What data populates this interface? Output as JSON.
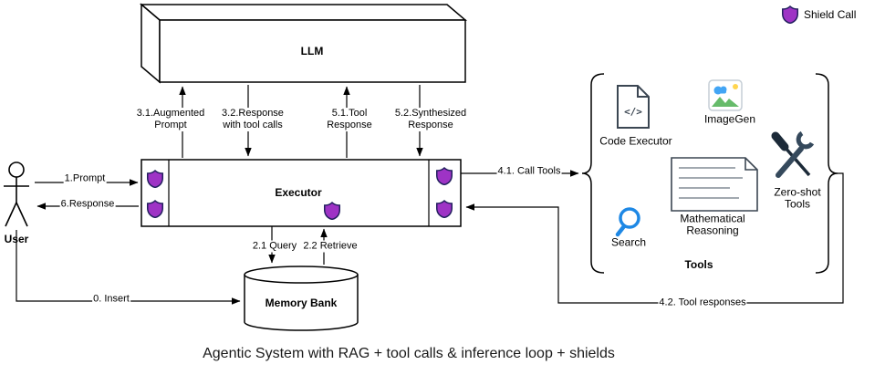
{
  "caption": "Agentic System with RAG + tool calls & inference loop + shields",
  "legend": {
    "shield_label": "Shield Call"
  },
  "nodes": {
    "llm": {
      "label": "LLM"
    },
    "executor": {
      "label": "Executor"
    },
    "user": {
      "label": "User"
    },
    "memory": {
      "label": "Memory Bank"
    }
  },
  "edges": {
    "prompt": "1.Prompt",
    "response": "6.Response",
    "insert": "0. Insert",
    "augmented_prompt": "3.1.Augmented Prompt",
    "response_tool_calls": "3.2.Response with tool calls",
    "tool_response": "5.1.Tool Response",
    "synthesized_response": "5.2.Synthesized Response",
    "query": "2.1 Query",
    "retrieve": "2.2 Retrieve",
    "call_tools": "4.1. Call Tools",
    "tool_responses": "4.2. Tool responses"
  },
  "tools": {
    "group_label": "Tools",
    "code_executor": {
      "label": "Code Executor",
      "glyph": "</>"
    },
    "imagegen": {
      "label": "ImageGen"
    },
    "search": {
      "label": "Search"
    },
    "math": {
      "label": "Mathematical Reasoning"
    },
    "zero_shot": {
      "label": "Zero-shot Tools"
    }
  },
  "colors": {
    "shield_fill": "#9e33c5",
    "shield_stroke": "#23205f",
    "search_blue": "#1e88e5",
    "imagegen_blue": "#42a5f5",
    "imagegen_green": "#66bb6a",
    "line": "#000000"
  }
}
